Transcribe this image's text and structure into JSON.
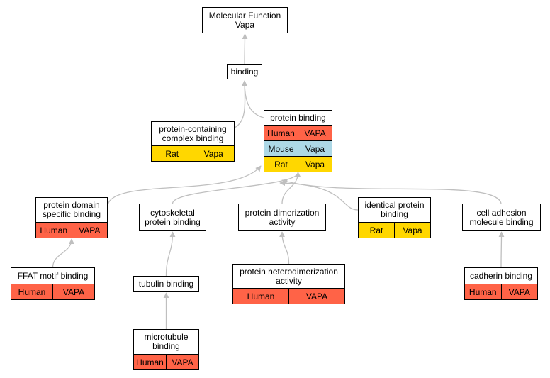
{
  "colors": {
    "human": "#ff6347",
    "mouse": "#add8e6",
    "rat": "#ffd700",
    "edge": "#bfbfbf"
  },
  "nodes": {
    "root": {
      "title": "Molecular Function\nVapa",
      "rows": []
    },
    "binding": {
      "title": "binding",
      "rows": []
    },
    "protein_containing": {
      "title": "protein-containing\ncomplex binding",
      "rows": [
        {
          "species": "Rat",
          "gene": "Vapa",
          "color": "rat"
        }
      ]
    },
    "protein_binding": {
      "title": "protein binding",
      "rows": [
        {
          "species": "Human",
          "gene": "VAPA",
          "color": "human"
        },
        {
          "species": "Mouse",
          "gene": "Vapa",
          "color": "mouse"
        },
        {
          "species": "Rat",
          "gene": "Vapa",
          "color": "rat"
        }
      ]
    },
    "protein_domain": {
      "title": "protein domain\nspecific binding",
      "rows": [
        {
          "species": "Human",
          "gene": "VAPA",
          "color": "human"
        }
      ]
    },
    "cytoskeletal": {
      "title": "cytoskeletal\nprotein binding",
      "rows": []
    },
    "dimerization": {
      "title": "protein dimerization\nactivity",
      "rows": []
    },
    "identical": {
      "title": "identical protein\nbinding",
      "rows": [
        {
          "species": "Rat",
          "gene": "Vapa",
          "color": "rat"
        }
      ]
    },
    "cell_adhesion": {
      "title": "cell adhesion\nmolecule binding",
      "rows": []
    },
    "ffat": {
      "title": "FFAT motif binding",
      "rows": [
        {
          "species": "Human",
          "gene": "VAPA",
          "color": "human"
        }
      ]
    },
    "tubulin": {
      "title": "tubulin binding",
      "rows": []
    },
    "heterodimerization": {
      "title": "protein heterodimerization\nactivity",
      "rows": [
        {
          "species": "Human",
          "gene": "VAPA",
          "color": "human"
        }
      ]
    },
    "cadherin": {
      "title": "cadherin binding",
      "rows": [
        {
          "species": "Human",
          "gene": "VAPA",
          "color": "human"
        }
      ]
    },
    "microtubule": {
      "title": "microtubule\nbinding",
      "rows": [
        {
          "species": "Human",
          "gene": "VAPA",
          "color": "human"
        }
      ]
    }
  },
  "edges": [
    [
      "binding",
      "root"
    ],
    [
      "protein_containing",
      "binding"
    ],
    [
      "protein_binding",
      "binding"
    ],
    [
      "protein_domain",
      "protein_binding"
    ],
    [
      "cytoskeletal",
      "protein_binding"
    ],
    [
      "dimerization",
      "protein_binding"
    ],
    [
      "identical",
      "protein_binding"
    ],
    [
      "cell_adhesion",
      "protein_binding"
    ],
    [
      "ffat",
      "protein_domain"
    ],
    [
      "tubulin",
      "cytoskeletal"
    ],
    [
      "heterodimerization",
      "dimerization"
    ],
    [
      "cadherin",
      "cell_adhesion"
    ],
    [
      "microtubule",
      "tubulin"
    ]
  ]
}
